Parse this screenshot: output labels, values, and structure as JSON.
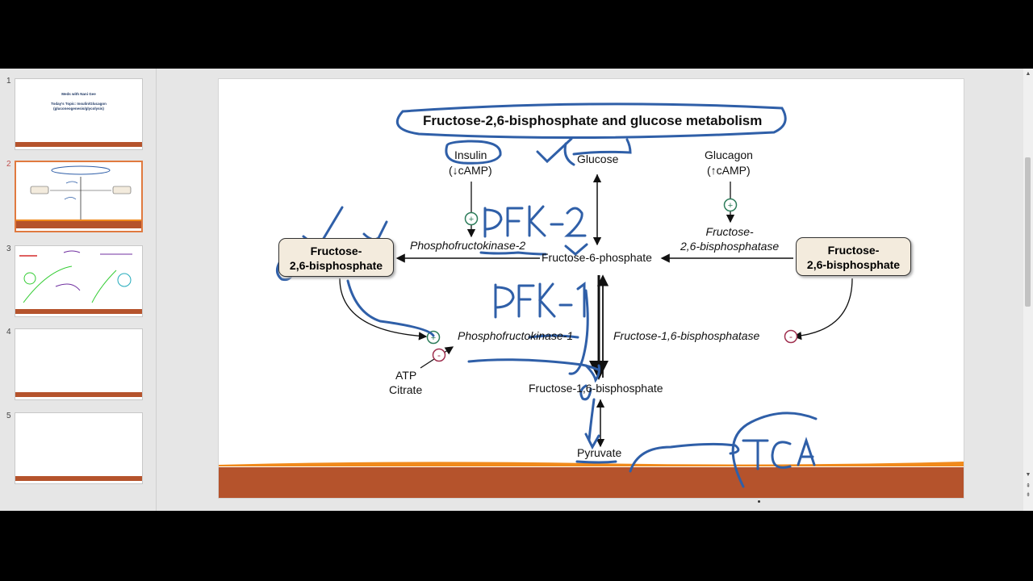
{
  "thumbnails": [
    {
      "number": "1",
      "line1": "Meds with Nani Gee",
      "line2": "Today's Topic: Insulin/Glucagon",
      "line3": "(gluconeogenesis/glycolysis)"
    },
    {
      "number": "2"
    },
    {
      "number": "3"
    },
    {
      "number": "4"
    },
    {
      "number": "5"
    }
  ],
  "slide": {
    "title": "Fructose-2,6-bisphosphate and glucose metabolism",
    "insulin": "Insulin",
    "insulin_camp": "(↓cAMP)",
    "glucose": "Glucose",
    "glucagon": "Glucagon",
    "glucagon_camp": "(↑cAMP)",
    "f26bp_left": "Fructose-\n2,6-bisphosphate",
    "f26bp_right": "Fructose-\n2,6-bisphosphate",
    "pfk2": "Phosphofructokinase-2",
    "f26bpase": "Fructose-\n2,6-bisphosphatase",
    "f6p": "Fructose-6-phosphate",
    "pfk1": "Phosphofructokinase-1",
    "f16bpase": "Fructose-1,6-bisphosphatase",
    "atp": "ATP",
    "citrate": "Citrate",
    "f16bp": "Fructose-1,6-bisphosphate",
    "pyruvate": "Pyruvate"
  },
  "annotations": {
    "pfk2": "PFK-2",
    "pfk1": "PFK-1",
    "tca": "TCA"
  },
  "colors": {
    "ink": "#2f5fa8",
    "band_orange": "#f08a1c",
    "band_brown": "#b5532c",
    "plus": "#2e7d5b",
    "minus": "#a0304f",
    "thumb_active": "#e07a3f"
  }
}
